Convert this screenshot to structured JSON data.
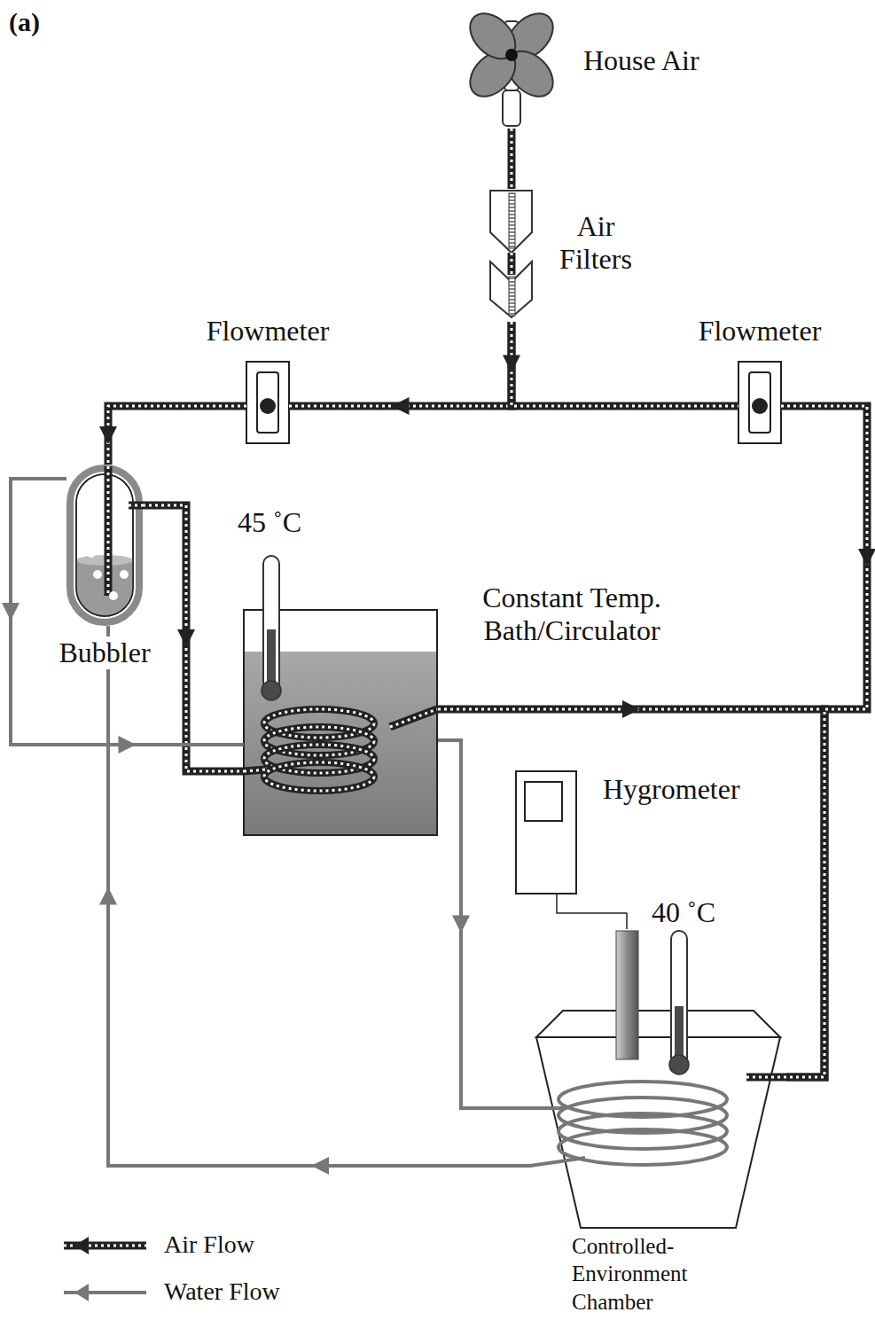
{
  "diagram": {
    "nodes": [
      {
        "text": [
          "House Air"
        ]
      },
      {
        "text": [
          "Air Filters"
        ]
      },
      {
        "text": [
          "Flowmeter"
        ]
      },
      {
        "text": [
          "Flowmeter"
        ]
      },
      {
        "text": [
          "Bubbler"
        ]
      },
      {
        "text": [
          "Constant Temp. Bath/Circulator"
        ]
      },
      {
        "text": [
          "Hygrometer"
        ]
      },
      {
        "text": [
          "Controlled- Environment Chamber"
        ]
      }
    ],
    "edges": [
      {
        "from": 0,
        "to": 1,
        "arrow": "none"
      },
      {
        "from": 1,
        "to": 2,
        "arrow": "to"
      },
      {
        "from": 1,
        "to": 3,
        "arrow": "to"
      },
      {
        "from": 2,
        "to": 4,
        "arrow": "to"
      },
      {
        "from": 4,
        "to": 5,
        "arrow": "to"
      },
      {
        "from": 5,
        "to": 7,
        "arrow": "to"
      },
      {
        "from": 3,
        "to": 7,
        "arrow": "to"
      },
      {
        "from": 4,
        "to": 5,
        "arrow": "to"
      },
      {
        "from": 5,
        "to": 7,
        "arrow": "to"
      },
      {
        "from": 7,
        "to": 4,
        "arrow": "to"
      },
      {
        "from": 6,
        "to": 7,
        "arrow": "none"
      }
    ],
    "labels": [
      "(a)",
      "45 ˚C",
      "40 ˚C"
    ],
    "legend": [
      {
        "text": "Air Flow"
      },
      {
        "text": "Water Flow"
      }
    ]
  }
}
